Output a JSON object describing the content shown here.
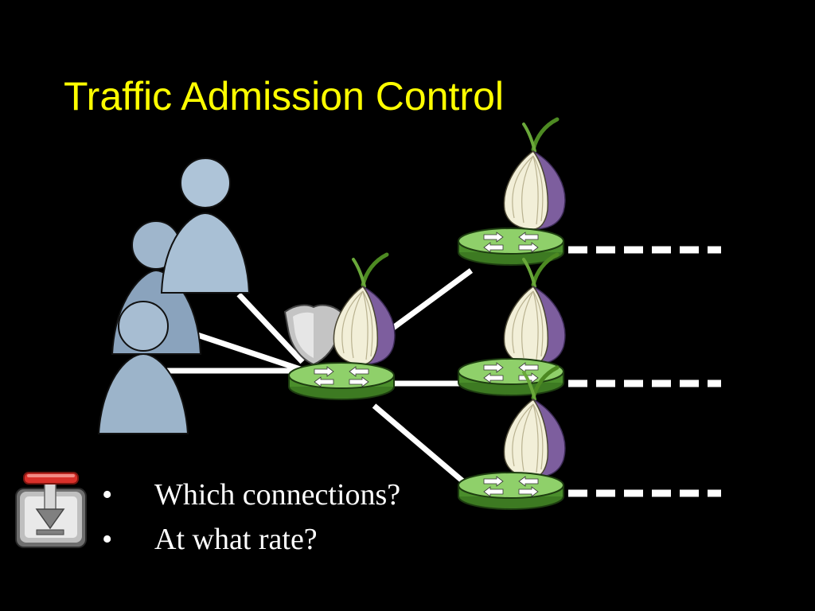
{
  "slide": {
    "title": "Traffic Admission Control",
    "bullets": [
      "Which connections?",
      "At what rate?"
    ],
    "bullet_mark": "•"
  },
  "diagram": {
    "nodes": [
      {
        "id": "users",
        "icon": "user-group-icon",
        "count": 3
      },
      {
        "id": "guard",
        "icon": "shield-icon"
      },
      {
        "id": "entry-relay",
        "icon": "tor-onion-router-icon"
      },
      {
        "id": "relay-1",
        "icon": "tor-onion-router-icon"
      },
      {
        "id": "relay-2",
        "icon": "tor-onion-router-icon"
      },
      {
        "id": "relay-3",
        "icon": "tor-onion-router-icon"
      },
      {
        "id": "throttle",
        "icon": "download-throttle-icon"
      }
    ],
    "links": [
      {
        "from": "users",
        "to": "entry-relay",
        "count": 3,
        "style": "solid"
      },
      {
        "from": "entry-relay",
        "to": "relay-1",
        "style": "solid"
      },
      {
        "from": "entry-relay",
        "to": "relay-2",
        "style": "solid"
      },
      {
        "from": "entry-relay",
        "to": "relay-3",
        "style": "solid"
      },
      {
        "from": "relay-1",
        "to": "offscreen",
        "style": "dashed"
      },
      {
        "from": "relay-2",
        "to": "offscreen",
        "style": "dashed"
      },
      {
        "from": "relay-3",
        "to": "offscreen",
        "style": "dashed"
      }
    ]
  },
  "colors": {
    "background": "#000000",
    "title": "#ffff00",
    "text": "#ffffff",
    "router": "#5fae3d",
    "user": "#9fb6cc",
    "onion_purple": "#7d5e9e",
    "shield": "#c4c4c4",
    "throttle_handle": "#d9302a"
  }
}
